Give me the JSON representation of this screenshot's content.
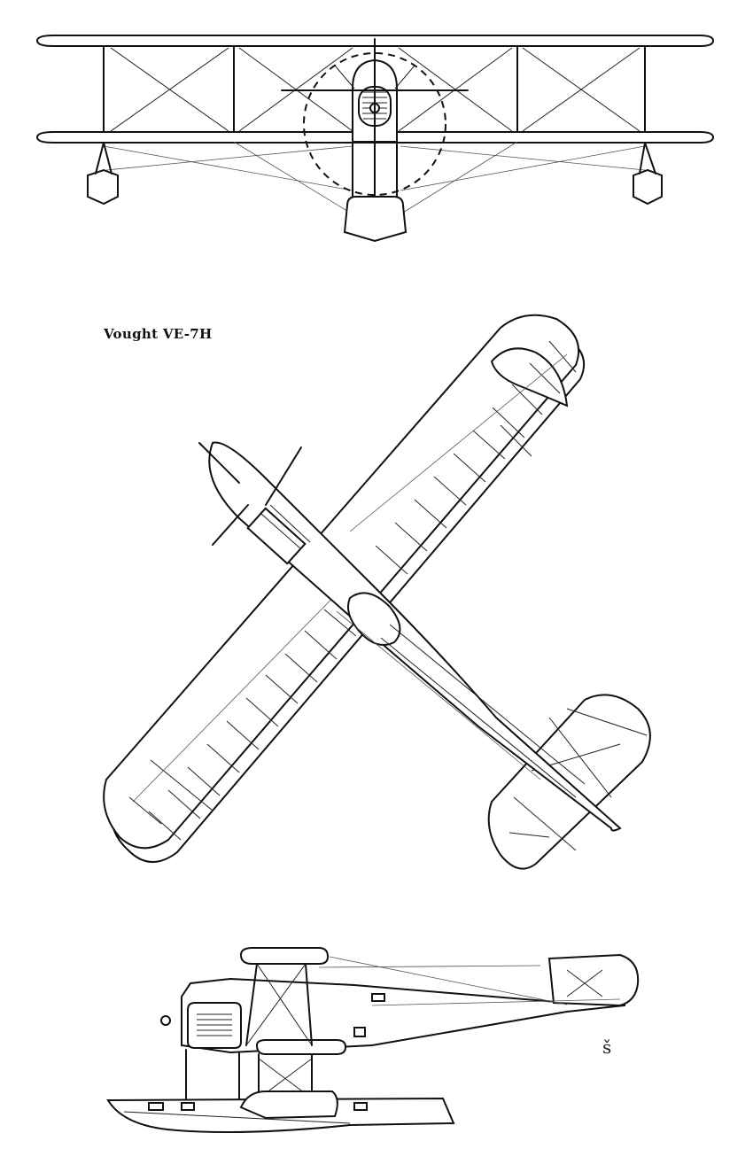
{
  "drawing": {
    "title": "Vought VE-7H",
    "signature_mark": "š"
  },
  "views": [
    "front-view",
    "top-view",
    "side-view"
  ]
}
